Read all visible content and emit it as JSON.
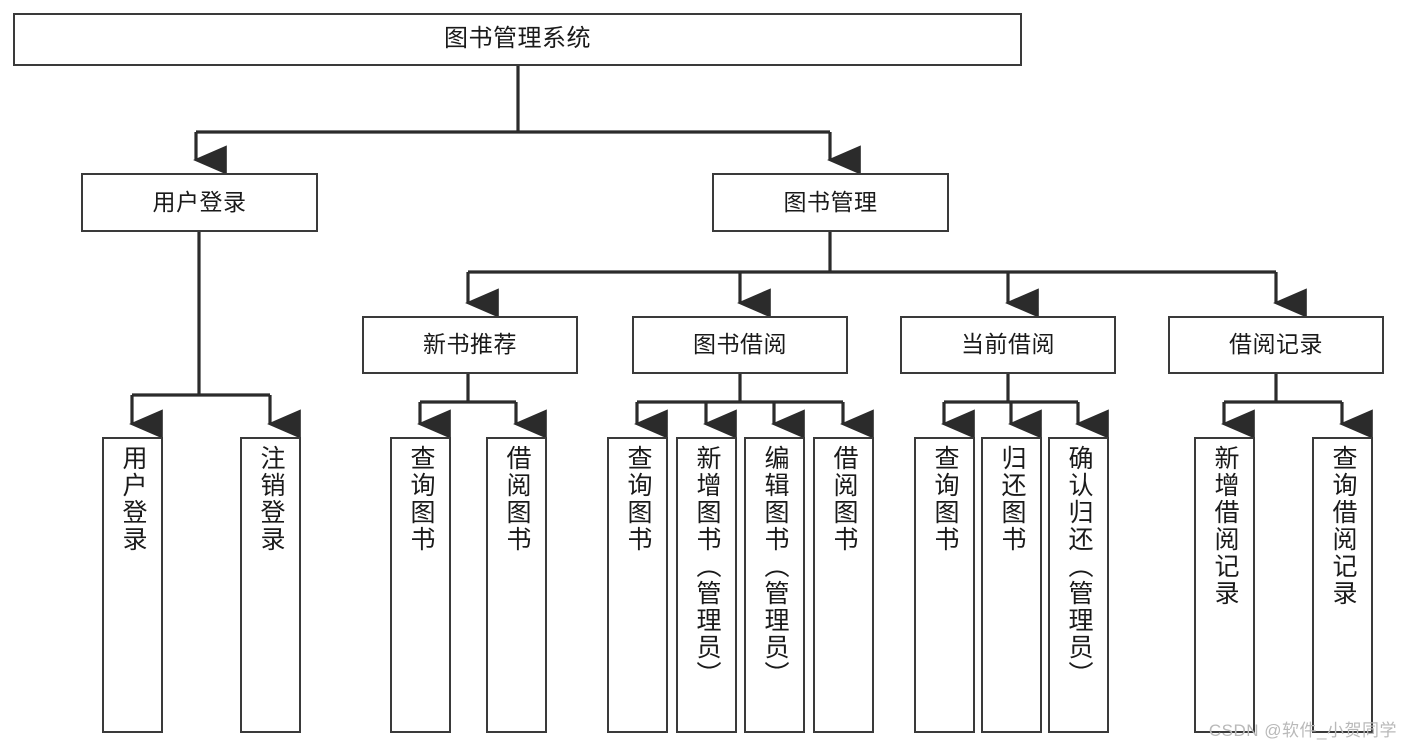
{
  "diagram": {
    "title": "图书管理系统",
    "watermark": "CSDN @软件_小贺同学",
    "colors": {
      "background": "#ffffff",
      "box_border": "#3a3a3a",
      "box_fill": "#ffffff",
      "connector": "#2b2b2b",
      "text": "#1a1a1a",
      "watermark": "#b9b9b9"
    },
    "levels": {
      "root": {
        "label": "图书管理系统"
      },
      "level2": [
        {
          "label": "用户登录"
        },
        {
          "label": "图书管理"
        }
      ],
      "level3": [
        {
          "label": "新书推荐"
        },
        {
          "label": "图书借阅"
        },
        {
          "label": "当前借阅"
        },
        {
          "label": "借阅记录"
        }
      ],
      "leaves": {
        "user_login": [
          {
            "label": "用户登录"
          },
          {
            "label": "注销登录"
          }
        ],
        "new_book_recommend": [
          {
            "label": "查询图书"
          },
          {
            "label": "借阅图书"
          }
        ],
        "book_borrow": [
          {
            "label": "查询图书"
          },
          {
            "label": "新增图书（管理员）"
          },
          {
            "label": "编辑图书（管理员）"
          },
          {
            "label": "借阅图书"
          }
        ],
        "current_borrow": [
          {
            "label": "查询图书"
          },
          {
            "label": "归还图书"
          },
          {
            "label": "确认归还（管理员）"
          }
        ],
        "borrow_records": [
          {
            "label": "新增借阅记录"
          },
          {
            "label": "查询借阅记录"
          }
        ]
      }
    }
  }
}
